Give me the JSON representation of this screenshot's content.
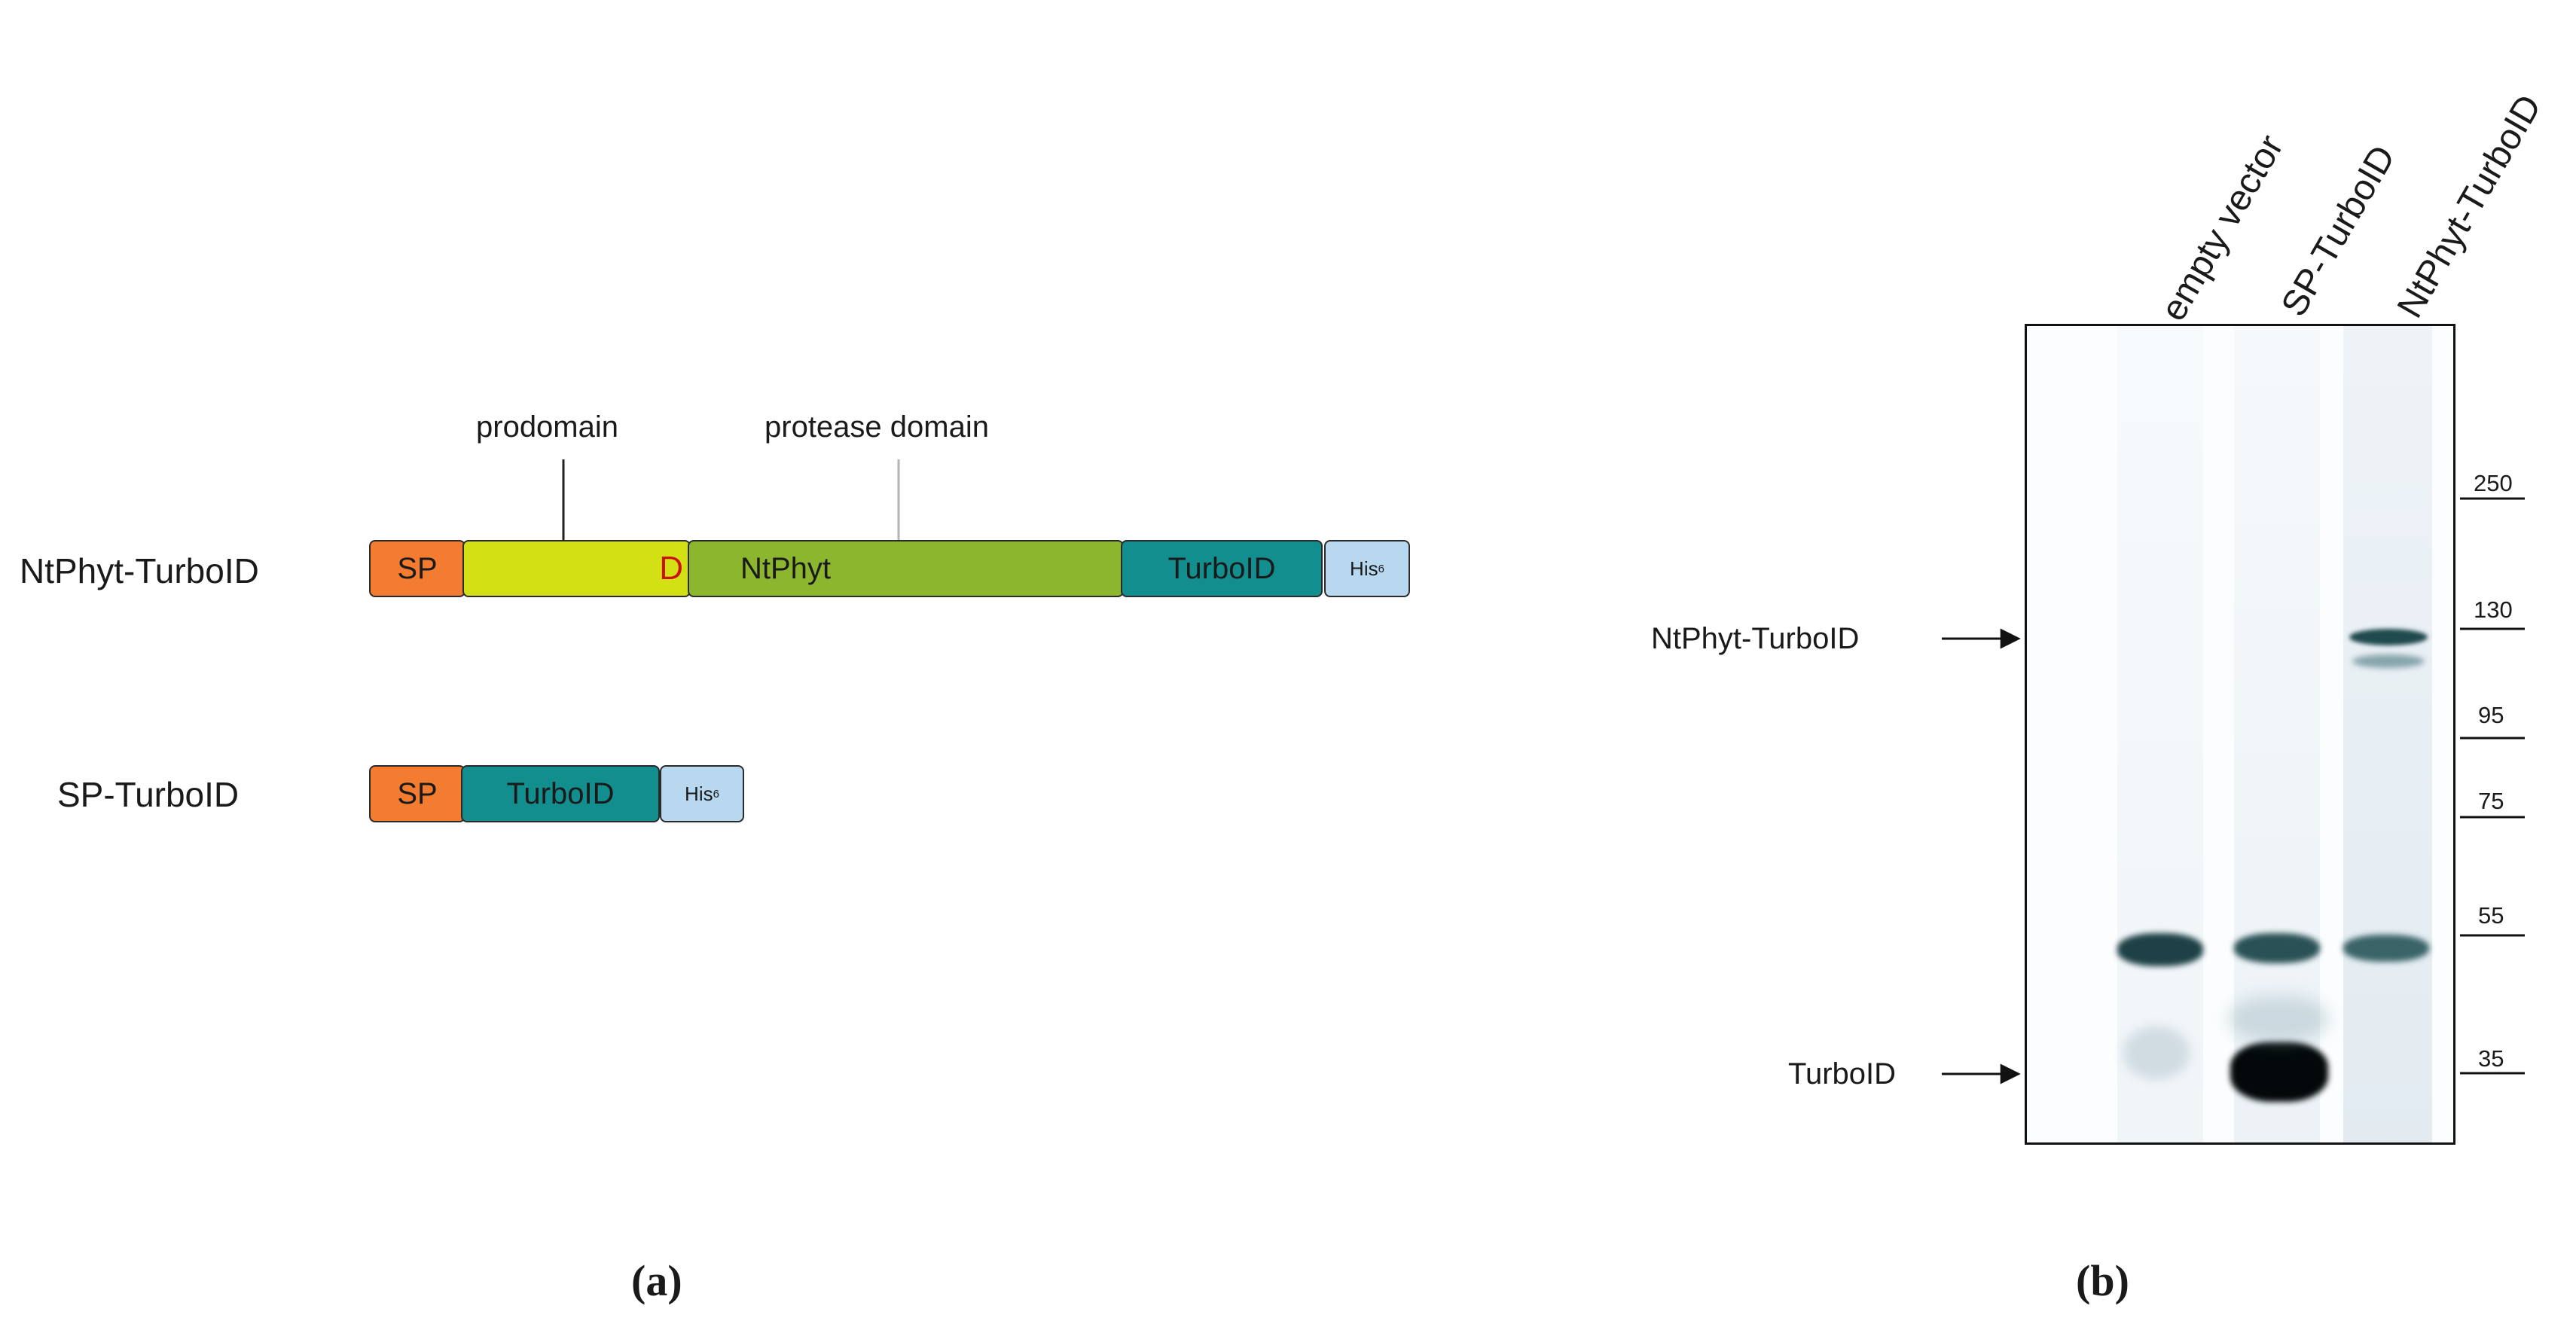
{
  "panel_a": {
    "panel_label": "(a)",
    "constructs": [
      {
        "name": "NtPhyt-TurboID",
        "segments": [
          {
            "label": "SP",
            "color": "#f47c30"
          },
          {
            "label": "",
            "color": "#d3e014"
          },
          {
            "label": "NtPhyt",
            "color": "#8bb62d"
          },
          {
            "label": "TurboID",
            "color": "#128e8e"
          },
          {
            "label": "His",
            "subscript": "6",
            "color": "#b7d8ef"
          }
        ],
        "marker": {
          "label": "D",
          "color": "#cc1111"
        },
        "annotations": [
          {
            "label": "prodomain"
          },
          {
            "label": "protease domain"
          }
        ]
      },
      {
        "name": "SP-TurboID",
        "segments": [
          {
            "label": "SP",
            "color": "#f47c30"
          },
          {
            "label": "TurboID",
            "color": "#128e8e"
          },
          {
            "label": "His",
            "subscript": "6",
            "color": "#b7d8ef"
          }
        ]
      }
    ]
  },
  "panel_b": {
    "panel_label": "(b)",
    "lanes": [
      "empty vector",
      "SP-TurboID",
      "NtPhyt-TurboID"
    ],
    "band_labels": [
      "NtPhyt-TurboID",
      "TurboID"
    ],
    "markers": [
      "250",
      "130",
      "95",
      "75",
      "55",
      "35"
    ]
  }
}
